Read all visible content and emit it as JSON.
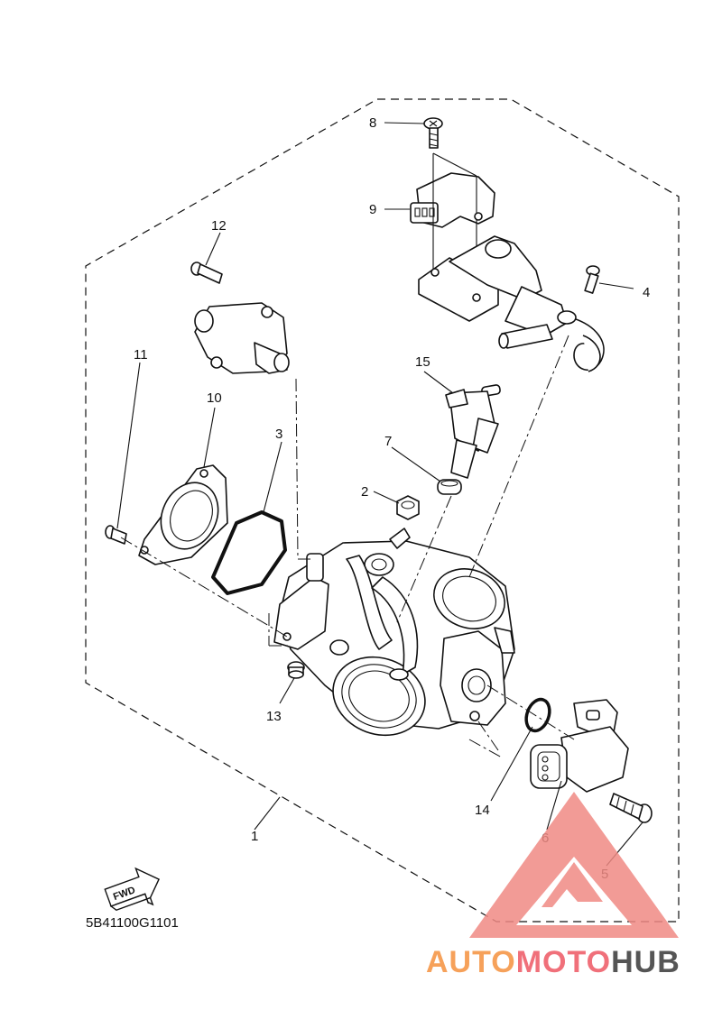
{
  "callouts": [
    {
      "id": "1",
      "label": "1"
    },
    {
      "id": "2",
      "label": "2"
    },
    {
      "id": "3",
      "label": "3"
    },
    {
      "id": "4",
      "label": "4"
    },
    {
      "id": "5",
      "label": "5"
    },
    {
      "id": "6",
      "label": "6"
    },
    {
      "id": "7",
      "label": "7"
    },
    {
      "id": "8",
      "label": "8"
    },
    {
      "id": "9",
      "label": "9"
    },
    {
      "id": "10",
      "label": "10"
    },
    {
      "id": "11",
      "label": "11"
    },
    {
      "id": "12",
      "label": "12"
    },
    {
      "id": "13",
      "label": "13"
    },
    {
      "id": "14",
      "label": "14"
    },
    {
      "id": "15",
      "label": "15"
    }
  ],
  "diagram_code": "5B41100G1101",
  "fwd_label": "FWD",
  "watermark": {
    "part1": "AUTO",
    "part2": "MOTO",
    "part3": "HUB",
    "color1": "#f6a15a",
    "color2": "#f0707a",
    "color3": "#555555",
    "logo_color": "#f08a84"
  }
}
